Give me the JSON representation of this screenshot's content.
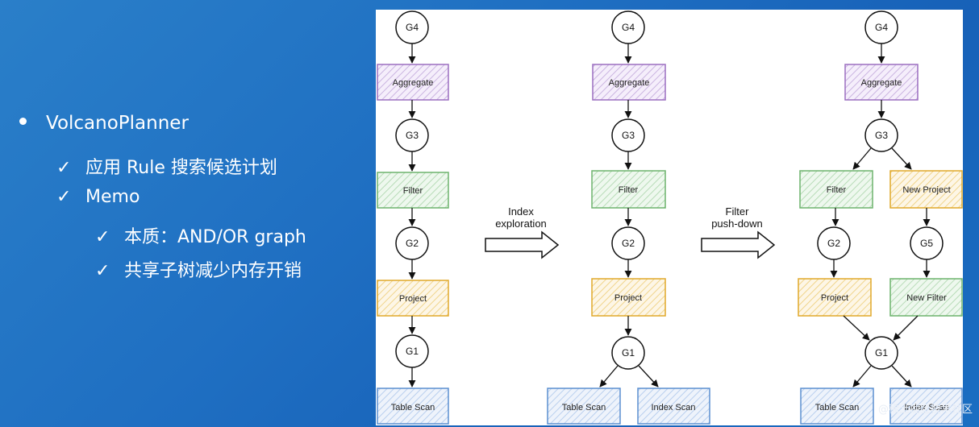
{
  "slide": {
    "bullet1": "VolcanoPlanner",
    "check_mark": "✓",
    "sub1": "应用 Rule 搜索候选计划",
    "sub2": "Memo",
    "sub2a": "本质：AND/OR graph",
    "sub2b": "共享子树减少内存开销"
  },
  "diagram": {
    "groups": [
      "G4",
      "G3",
      "G2",
      "G1",
      "G5"
    ],
    "ops": {
      "aggregate": "Aggregate",
      "filter": "Filter",
      "project": "Project",
      "table_scan": "Table Scan",
      "index_scan": "Index Scan",
      "new_project": "New Project",
      "new_filter": "New Filter"
    },
    "transform1": [
      "Index",
      "exploration"
    ],
    "transform2": [
      "Filter",
      "push-down"
    ],
    "colors": {
      "aggregate": "#9b6fc0",
      "filter": "#6db36d",
      "project": "#e0a92a",
      "scan": "#5b8fd0"
    }
  },
  "watermark": "@稀土掘金技术社区"
}
